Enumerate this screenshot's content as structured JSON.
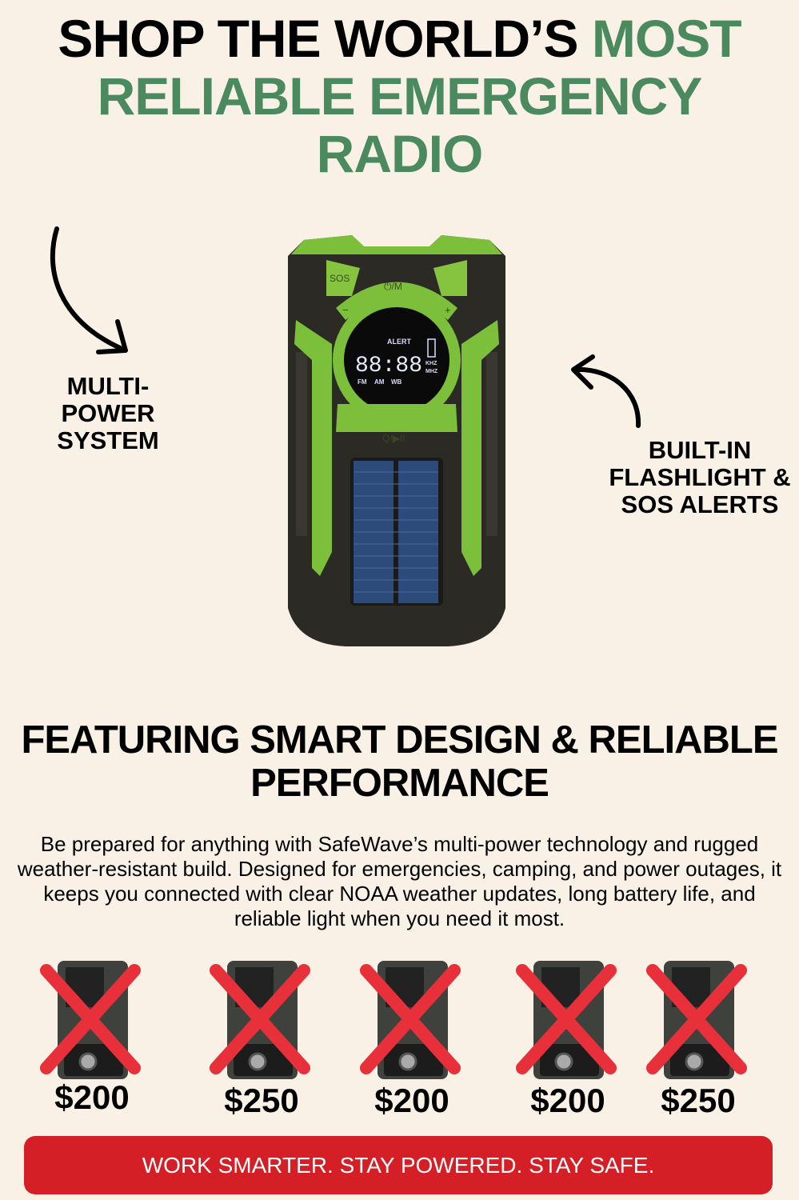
{
  "headline": {
    "part1": "SHOP THE WORLD’S ",
    "part2": "MOST",
    "line2": "RELIABLE EMERGENCY",
    "line3": "RADIO"
  },
  "colors": {
    "accent_green": "#4b8a5e",
    "banner_red": "#d41f26",
    "background": "#faf1e6",
    "cross_red": "#e8303a"
  },
  "callouts": {
    "left": [
      "MULTI-",
      "POWER",
      "SYSTEM"
    ],
    "right": [
      "BUILT-IN",
      "FLASHLIGHT &",
      "SOS ALERTS"
    ]
  },
  "radio": {
    "sos": "SOS",
    "power_mode": "⏻/M",
    "display_alert": "ALERT",
    "display_time": "88:88",
    "bands": [
      "FM",
      "AM",
      "WB"
    ],
    "units": [
      "KHZ",
      "MHZ"
    ],
    "scan_play": "Q/▶II",
    "minus": "−",
    "plus": "+"
  },
  "features": {
    "heading_line1": "FEATURING SMART DESIGN & RELIABLE",
    "heading_line2": "PERFORMANCE",
    "paragraph": "Be prepared for anything with SafeWave’s multi-power technology and rugged weather-resistant build. Designed for emergencies, camping, and power outages, it keeps you connected with clear NOAA weather updates, long battery life, and reliable light when you need it most."
  },
  "competitors": [
    {
      "price": "$200"
    },
    {
      "price": "$250"
    },
    {
      "price": "$200"
    },
    {
      "price": "$200"
    },
    {
      "price": "$250"
    }
  ],
  "banner": {
    "text": "WORK SMARTER. STAY POWERED. STAY SAFE."
  }
}
